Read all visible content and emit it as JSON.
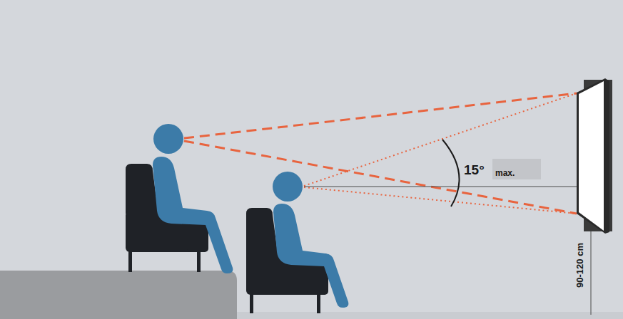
{
  "diagram": {
    "labels": [
      "15°",
      "max.",
      "90-120 cm"
    ]
  }
}
